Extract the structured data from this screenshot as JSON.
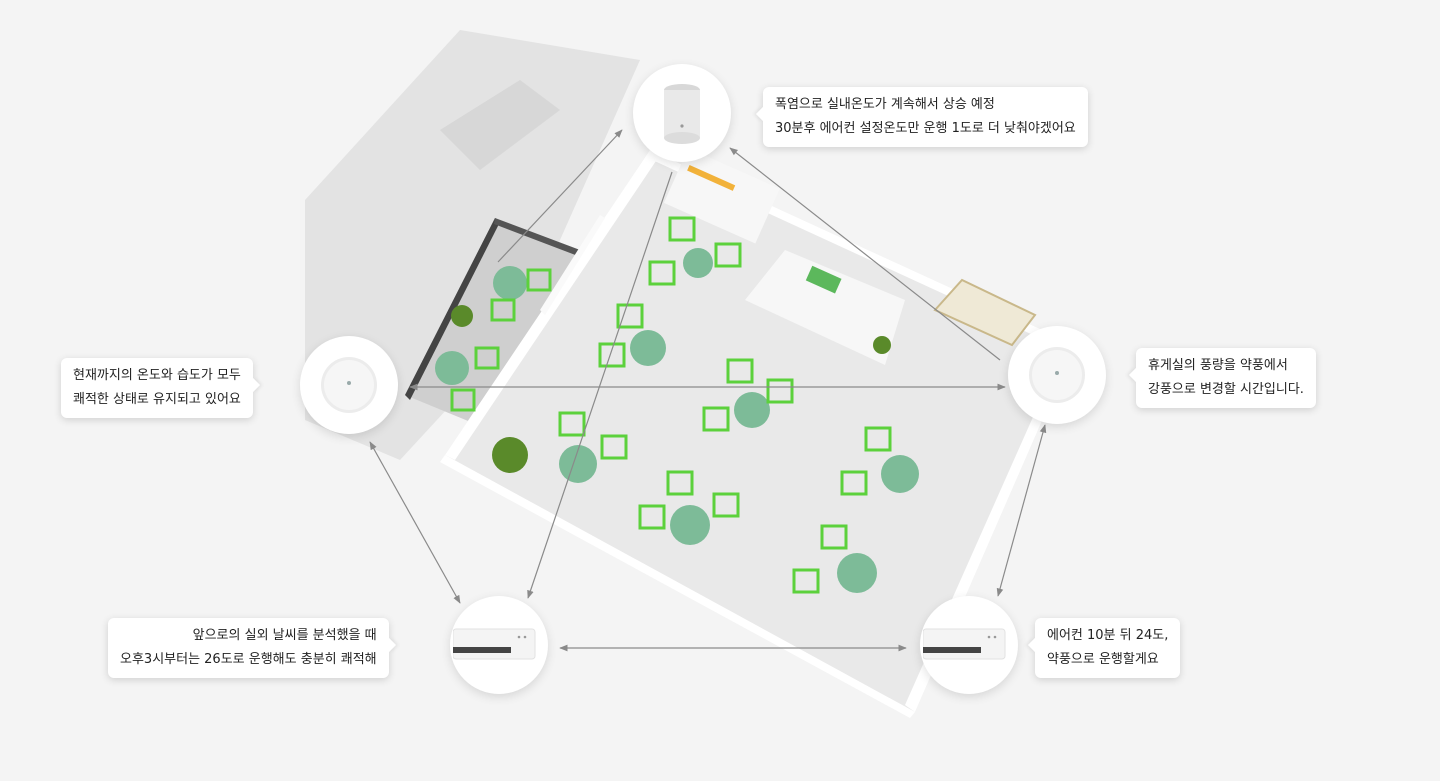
{
  "messages": {
    "top": {
      "line1": "폭염으로 실내온도가 계속해서 상승 예정",
      "line2": "30분후 에어컨 설정온도만 운행 1도로 더 낮춰야겠어요"
    },
    "left": {
      "line1": "현재까지의 온도와 습도가 모두",
      "line2": "쾌적한 상태로 유지되고 있어요"
    },
    "right": {
      "line1": "휴게실의 풍량을 약풍에서",
      "line2": "강풍으로 변경할 시간입니다."
    },
    "bottom_left": {
      "line1": "앞으로의 실외 날씨를 분석했을 때",
      "line2": "오후3시부터는 26도로 운행해도 충분히 쾌적해"
    },
    "bottom_right": {
      "line1": "에어컨 10분 뒤 24도,",
      "line2": "약풍으로 운행할게요"
    }
  },
  "devices": [
    {
      "id": "air-purifier",
      "icon": "air-purifier-icon"
    },
    {
      "id": "ceiling-sensor-left",
      "icon": "ceiling-sensor-icon"
    },
    {
      "id": "ceiling-sensor-right",
      "icon": "ceiling-sensor-icon"
    },
    {
      "id": "wall-ac-left",
      "icon": "wall-air-conditioner-icon"
    },
    {
      "id": "wall-ac-right",
      "icon": "wall-air-conditioner-icon"
    }
  ],
  "colors": {
    "background": "#f4f4f4",
    "chair_green": "#5cd13c",
    "table_green": "#7dbb98",
    "floor": "#e9e9e9",
    "connector": "#8a8a8a"
  }
}
